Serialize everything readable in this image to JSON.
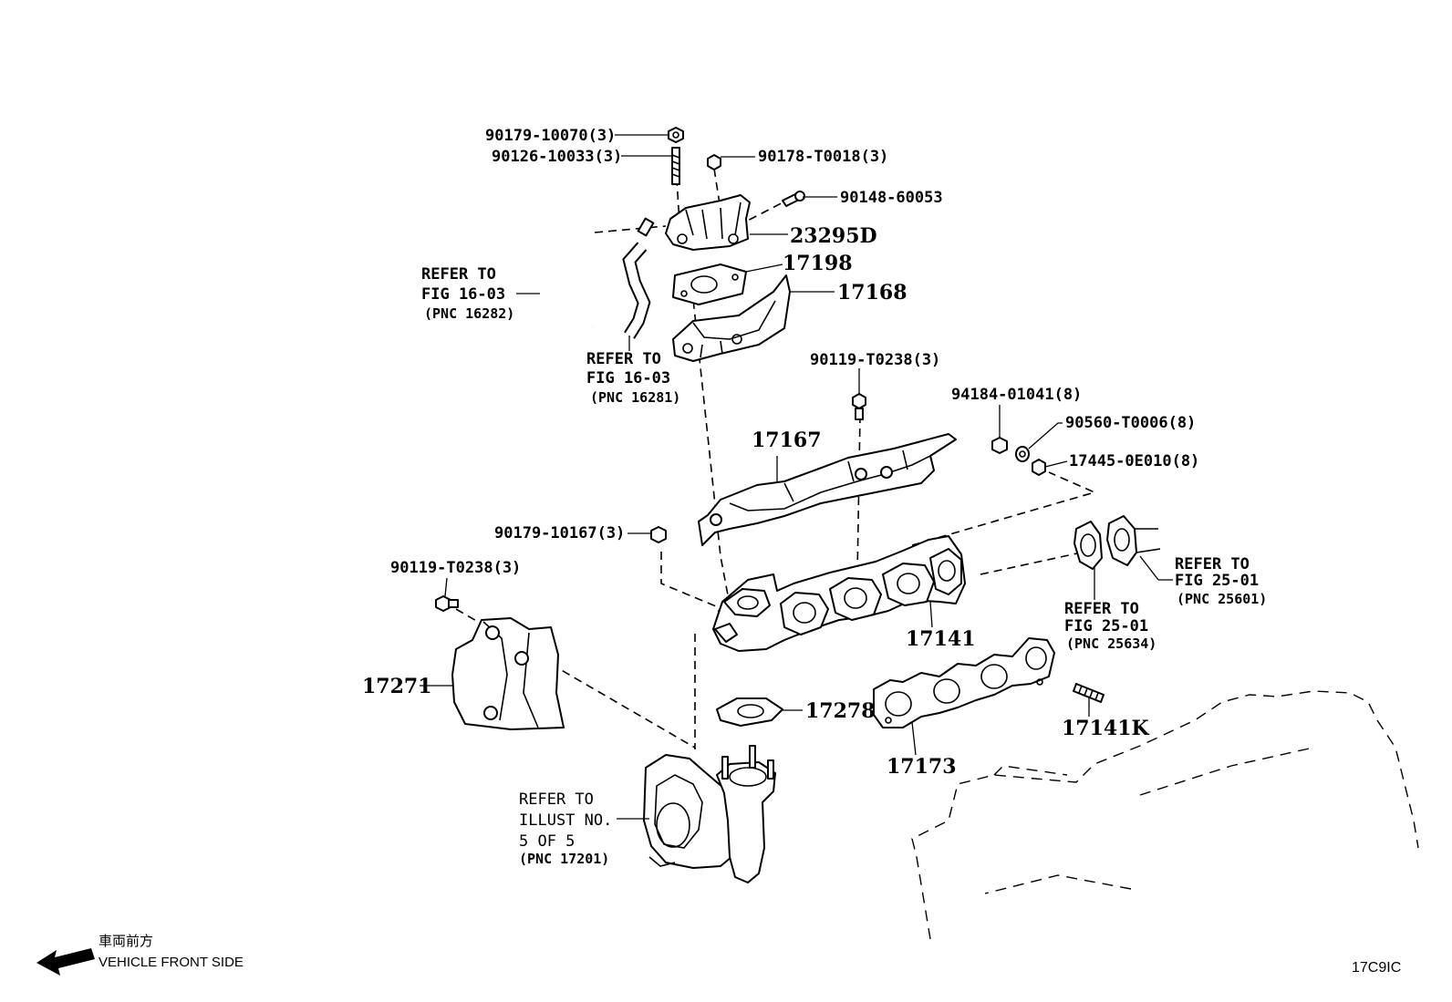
{
  "parts": {
    "p1": "90179-10070(3)",
    "p2": "90126-10033(3)",
    "p3": "90178-T0018(3)",
    "p4": "90148-60053",
    "p5": "23295D",
    "p6": "17198",
    "p7": "17168",
    "p8": "90119-T0238(3)",
    "p9": "94184-01041(8)",
    "p10": "90560-T0006(8)",
    "p11": "17445-0E010(8)",
    "p12": "17167",
    "p13": "90179-10167(3)",
    "p14": "90119-T0238(3)",
    "p15": "17141",
    "p16": "17271",
    "p17": "17278",
    "p18": "17173",
    "p19": "17141K"
  },
  "refs": {
    "hose_left": {
      "l1": "REFER TO",
      "l2": "FIG 16-03",
      "pnc": "(PNC 16282)"
    },
    "hose_mid": {
      "l1": "REFER TO",
      "l2": "FIG 16-03",
      "pnc": "(PNC 16281)"
    },
    "gasket_right": {
      "l1": "REFER TO",
      "l2": "FIG 25-01",
      "pnc": "(PNC 25601)"
    },
    "gasket_left": {
      "l1": "REFER TO",
      "l2": "FIG 25-01",
      "pnc": "(PNC 25634)"
    },
    "turbo": {
      "l1": "REFER TO",
      "l2": "ILLUST NO.",
      "l3": "5 OF 5",
      "pnc": "(PNC 17201)"
    }
  },
  "footer": {
    "front_jp": "車両前方",
    "front_en": "VEHICLE FRONT SIDE",
    "code": "17C9IC"
  }
}
